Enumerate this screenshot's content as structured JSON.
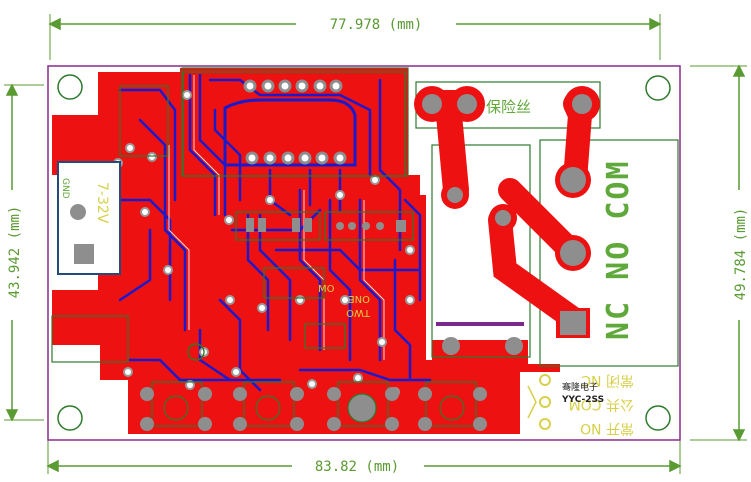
{
  "dimensions": {
    "top": "77.978 (mm)",
    "bottom": "83.82 (mm)",
    "left": "43.942 (mm)",
    "right": "49.784 (mm)"
  },
  "labels": {
    "fuse": "保险丝",
    "terminal": "NC NO COM",
    "brand": "骞隆电子",
    "model": "YYC-2SS",
    "nc_label": "常闭 NC",
    "com_label": "公共 COM",
    "no_label": "常开 NO",
    "power": "7-32V",
    "gnd": "GND",
    "mode_top": "MO",
    "mode_one": "ONE",
    "mode_two": "TWO"
  },
  "colors": {
    "copper": "#ee1111",
    "trace_blue": "#1a1acc",
    "silk": "#5fa83a",
    "outline": "#8a2a8a",
    "pad": "#8e8e8e",
    "dim": "#5a9a32"
  }
}
